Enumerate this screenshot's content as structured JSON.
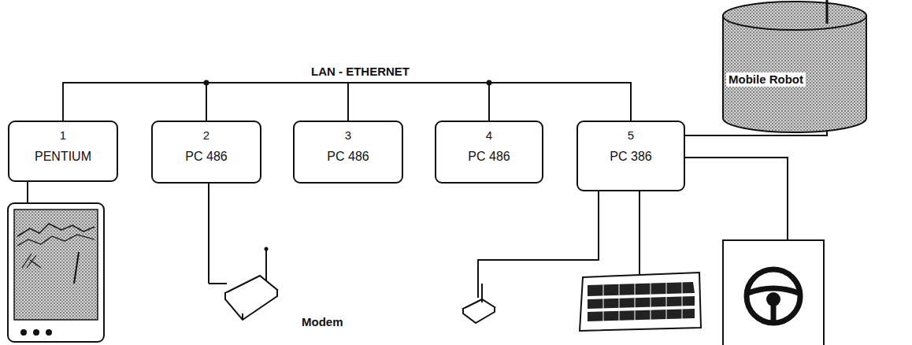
{
  "diagram": {
    "nodes": [
      {
        "text": [
          "1",
          "PENTIUM"
        ]
      },
      {
        "text": [
          "2",
          "PC 486"
        ]
      },
      {
        "text": [
          "3",
          "PC 486"
        ]
      },
      {
        "text": [
          "4",
          "PC 486"
        ]
      },
      {
        "text": [
          "5",
          "PC 386"
        ]
      }
    ],
    "edges": [
      {
        "from": 0,
        "to": 1,
        "arrow": "none"
      },
      {
        "from": 1,
        "to": 2,
        "arrow": "none"
      },
      {
        "from": 2,
        "to": 3,
        "arrow": "none"
      },
      {
        "from": 3,
        "to": 4,
        "arrow": "none"
      }
    ],
    "labels": [
      "LAN - ETHERNET",
      "Mobile Robot",
      "Modem"
    ]
  }
}
